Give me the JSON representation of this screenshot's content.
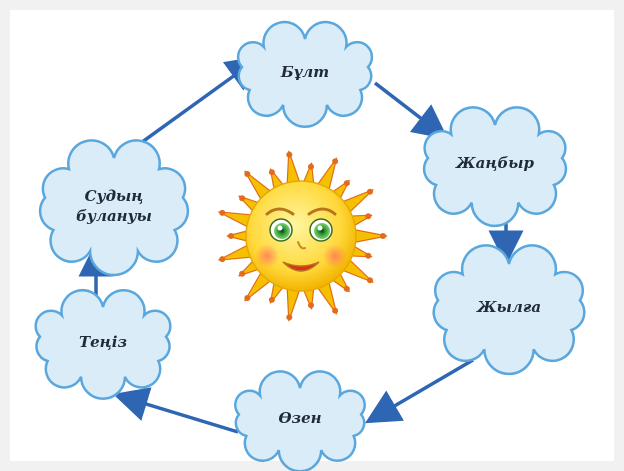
{
  "colors": {
    "cloud_fill": "#d9ecf8",
    "cloud_stroke": "#5aa7de",
    "arrow": "#2f66b3",
    "sun_face": "#ffd83a",
    "sun_rays": "#f5c000",
    "sun_ray_tips": "#e36b1c",
    "sun_eyes": "#42b84a"
  },
  "icons": [
    "sun-icon",
    "arrow-icon",
    "cloud-shape"
  ],
  "nodes": {
    "bulut": "Бұлт",
    "zhanbyr": "Жаңбыр",
    "zhylga": "Жылға",
    "ozen": "Өзен",
    "teniz": "Теңіз",
    "bulanuy_line1": "Судың",
    "bulanuy_line2": "булануы"
  }
}
